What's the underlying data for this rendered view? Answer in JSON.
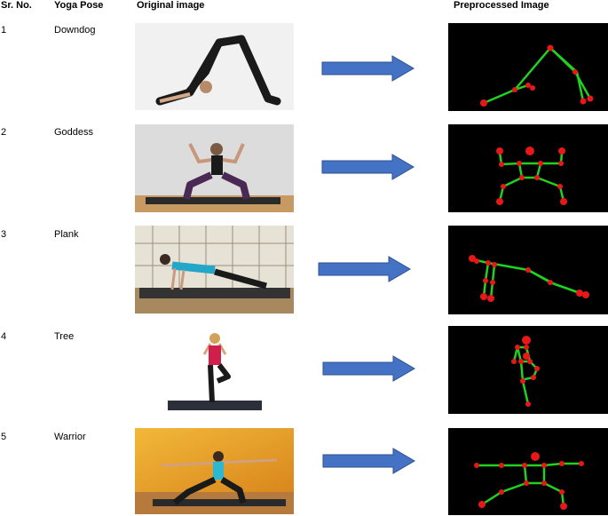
{
  "headers": {
    "srno": "Sr. No.",
    "pose": "Yoga Pose",
    "original": "Original image",
    "preprocessed": "Preprocessed Image"
  },
  "rows": [
    {
      "no": "1",
      "pose": "Downdog"
    },
    {
      "no": "2",
      "pose": "Goddess"
    },
    {
      "no": "3",
      "pose": "Plank"
    },
    {
      "no": "4",
      "pose": "Tree"
    },
    {
      "no": "5",
      "pose": "Warrior"
    }
  ],
  "colors": {
    "arrow": "#4472C4",
    "arrow_border": "#2F528F",
    "skeleton_bone": "#22D022",
    "skeleton_joint": "#E81818",
    "skeleton_bg": "#000000"
  }
}
